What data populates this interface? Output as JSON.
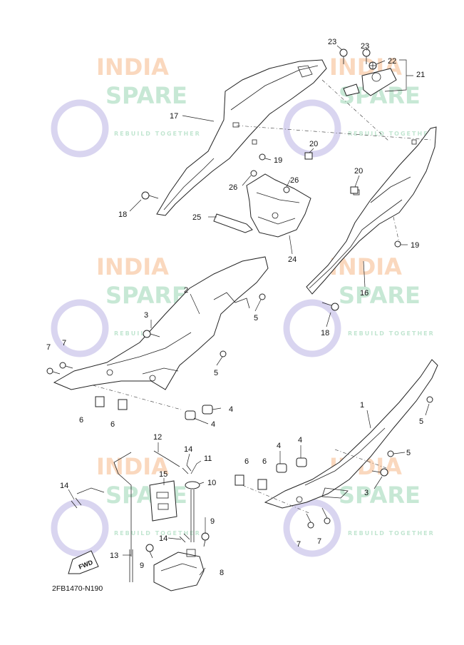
{
  "diagram": {
    "drawing_code": "2FB1470-N190",
    "fwd_label": "FWD",
    "watermark": {
      "line1": "INDIA",
      "line2": "SPARE",
      "tagline": "REBUILD TOGETHER"
    },
    "callouts": [
      "1",
      "2",
      "3",
      "3",
      "4",
      "4",
      "4",
      "4",
      "5",
      "5",
      "5",
      "5",
      "6",
      "6",
      "6",
      "6",
      "7",
      "7",
      "7",
      "7",
      "8",
      "9",
      "9",
      "10",
      "11",
      "12",
      "13",
      "14",
      "14",
      "14",
      "15",
      "16",
      "17",
      "18",
      "18",
      "19",
      "19",
      "20",
      "20",
      "21",
      "22",
      "23",
      "23",
      "24",
      "25",
      "26",
      "26"
    ]
  }
}
